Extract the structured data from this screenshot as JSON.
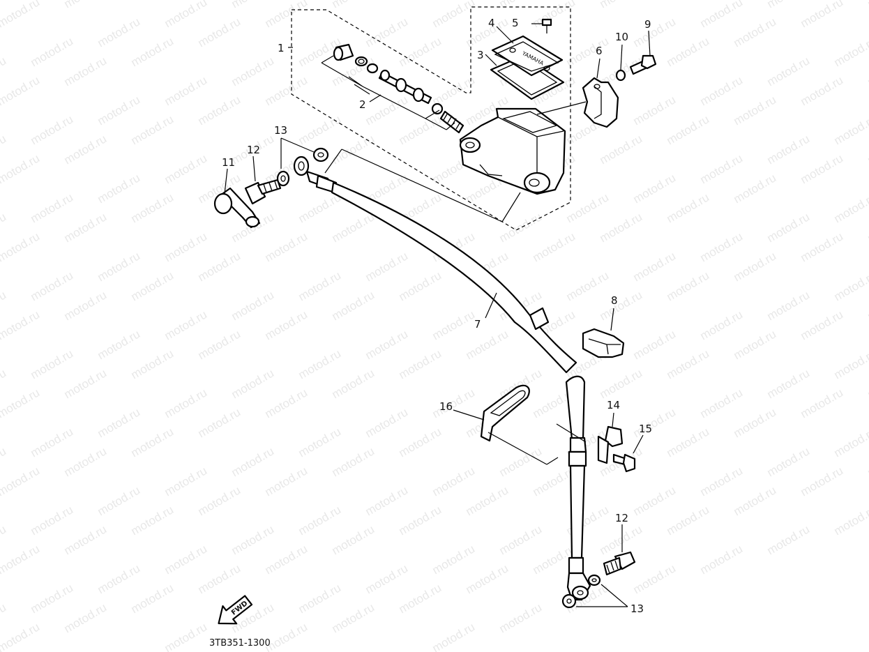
{
  "watermark_text": "motod.ru",
  "drawing_code": "3TB351-1300",
  "fwd_label": "FWD",
  "cap_logo": "YAMAHA",
  "callouts": {
    "c1": "1",
    "c2": "2",
    "c3": "3",
    "c4": "4",
    "c5": "5",
    "c6": "6",
    "c7": "7",
    "c8": "8",
    "c9": "9",
    "c10": "10",
    "c11": "11",
    "c12_top": "12",
    "c12_bottom": "12",
    "c13_top": "13",
    "c13_bottom": "13",
    "c14": "14",
    "c15": "15",
    "c16": "16"
  }
}
